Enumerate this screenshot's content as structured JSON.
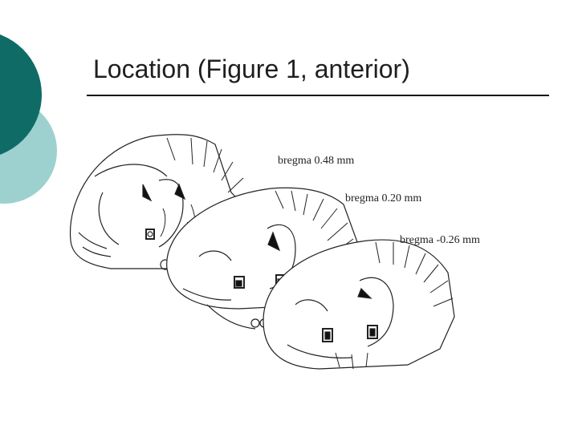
{
  "slide": {
    "title": "Location (Figure 1, anterior)"
  },
  "figure": {
    "sections": [
      {
        "label": "bregma 0.48 mm"
      },
      {
        "label": "bregma 0.20 mm"
      },
      {
        "label": "bregma -0.26 mm"
      }
    ]
  },
  "colors": {
    "accent_dark": "#0e6b66",
    "accent_light": "#9cd1cf",
    "line": "#111111"
  }
}
